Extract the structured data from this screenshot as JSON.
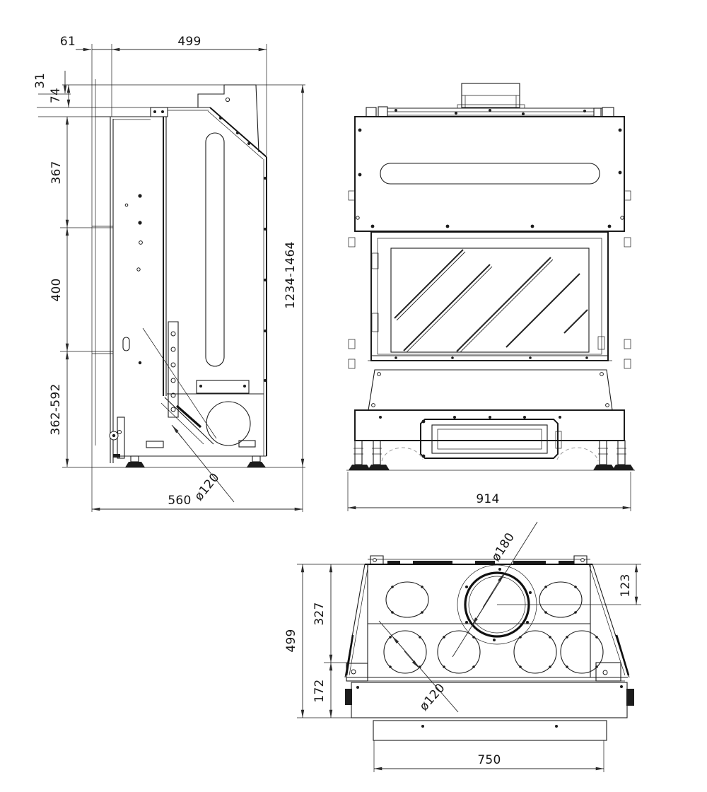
{
  "drawing": {
    "type": "technical-orthographic-drawing",
    "subject": "fireplace-insert",
    "colors": {
      "line": "#1c1c1c",
      "background": "#ffffff"
    }
  },
  "dims": {
    "side_top_offset": "61",
    "side_top_depth": "499",
    "side_flue_step": "31",
    "side_top_plate": "74",
    "side_upper": "367",
    "side_middle": "400",
    "side_base_range": "362-592",
    "side_height_range": "1234-1464",
    "side_depth": "560",
    "side_outlet": "ø120",
    "front_width": "914",
    "top_flue": "ø180",
    "top_flue_offset": "123",
    "top_rear_depth": "327",
    "top_overall_depth": "499",
    "top_front_depth": "172",
    "top_outlet": "ø120",
    "top_base_width": "750"
  }
}
